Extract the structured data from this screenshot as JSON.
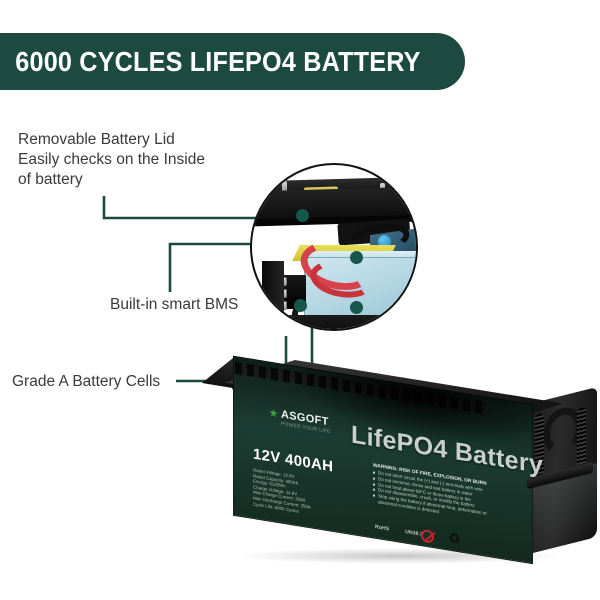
{
  "banner": {
    "title": "6000 CYCLES LIFEPO4 BATTERY",
    "background_color": "#1d4a40",
    "text_color": "#ffffff"
  },
  "callouts": [
    {
      "id": "removable-lid",
      "line1": "Removable Battery Lid",
      "line2": "Easily checks on the Inside",
      "line3": "of battery"
    },
    {
      "id": "smart-bms",
      "line1": "Built-in smart BMS"
    },
    {
      "id": "grade-a-cells",
      "line1": "Grade A Battery Cells"
    }
  ],
  "theme": {
    "leader_line_color": "#1d4a40",
    "marker_color": "#17564a",
    "text_color": "#3a3a3a"
  },
  "inset": {
    "description": "Cutaway circle showing battery interior with lid removed"
  },
  "product": {
    "brand": "ASGOFT",
    "brand_tagline": "POWER YOUR LIFE",
    "spec": "12V 400AH",
    "name": "LifePO4 Battery",
    "spec_lines": [
      "Rated Voltage: 12.8V",
      "Rated Capacity: 400Ah",
      "Energy: 5120Wh",
      "Charge Voltage: 14.6V",
      "Max Charge Current: 200A",
      "Max Discharge Current: 250A",
      "Cycle Life: 6000 Cycles"
    ],
    "warning_title": "WARNING: RISK OF FIRE, EXPLOSION, OR BURN",
    "warning_items": [
      "Do not short circuit the (+) and (-) terminals with wire",
      "Do not immerse, throw and test battery in water",
      "Do not heat above 60°C or throw battery in fire",
      "Do not disassemble, crush, or modify the battery",
      "Stop using the battery if abnormal heat, deformation or abnormal condition is detected"
    ],
    "cert_marks": [
      "RoHS",
      "UN38.3"
    ],
    "symbols": [
      "no-dispose-icon",
      "recycle-icon"
    ]
  }
}
